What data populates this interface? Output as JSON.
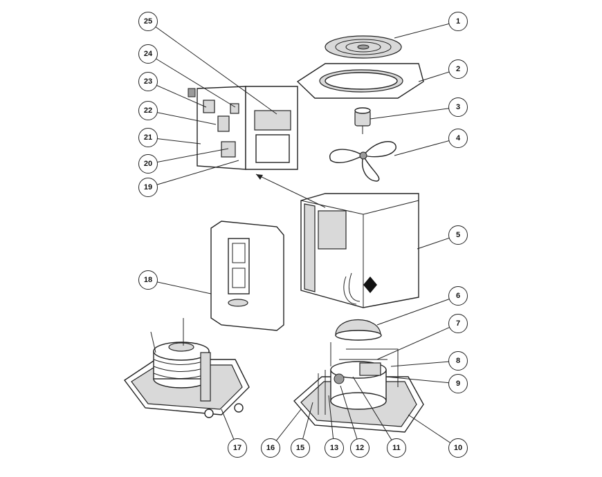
{
  "title": "Heat pump exploded parts diagram",
  "callouts": [
    "1",
    "2",
    "3",
    "4",
    "5",
    "6",
    "7",
    "8",
    "9",
    "10",
    "11",
    "12",
    "13",
    "15",
    "16",
    "17",
    "18",
    "19",
    "20",
    "21",
    "22",
    "23",
    "24",
    "25"
  ],
  "colors": {
    "line": "#222222",
    "fill": "#ffffff",
    "shade": "#d9d9d9"
  }
}
